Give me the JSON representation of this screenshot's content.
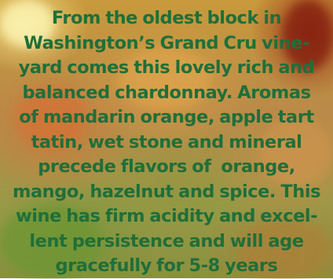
{
  "text_color": "#1f6f3a",
  "description": {
    "lines": [
      "From the oldest block in",
      "Washington’s Grand Cru vine-",
      "yard comes this lovely rich and",
      "balanced chardonnay. Aromas",
      "of mandarin orange, apple tart",
      "tatin, wet stone and mineral",
      "precede flavors of  orange,",
      "mango, hazelnut and spice. This",
      "wine has firm acidity and excel-",
      "lent persistence and will age",
      "gracefully for 5-8 years"
    ]
  }
}
